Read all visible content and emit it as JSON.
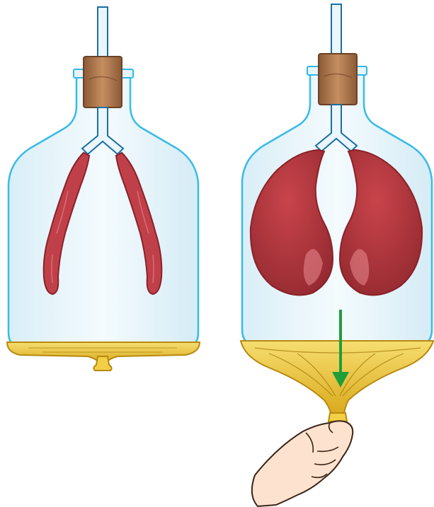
{
  "figure": {
    "panels": [
      {
        "id": "left",
        "state": "rest",
        "lungs": "deflated"
      },
      {
        "id": "right",
        "state": "diaphragm-pulled-down",
        "lungs": "inflated",
        "arrow": "down"
      }
    ],
    "colors": {
      "glass_outline": "#2eb8e6",
      "glass_fill": "#eaf6fb",
      "cork": "#a8744c",
      "lung": "#b8333b",
      "lung_dark": "#8a2229",
      "membrane": "#e8c12a",
      "arrow": "#1f9e3a",
      "skin": "#fde3cf"
    },
    "icons": [
      "bell-jar",
      "cork-stopper",
      "y-tube",
      "balloon-lung",
      "rubber-membrane",
      "down-arrow",
      "hand"
    ]
  }
}
